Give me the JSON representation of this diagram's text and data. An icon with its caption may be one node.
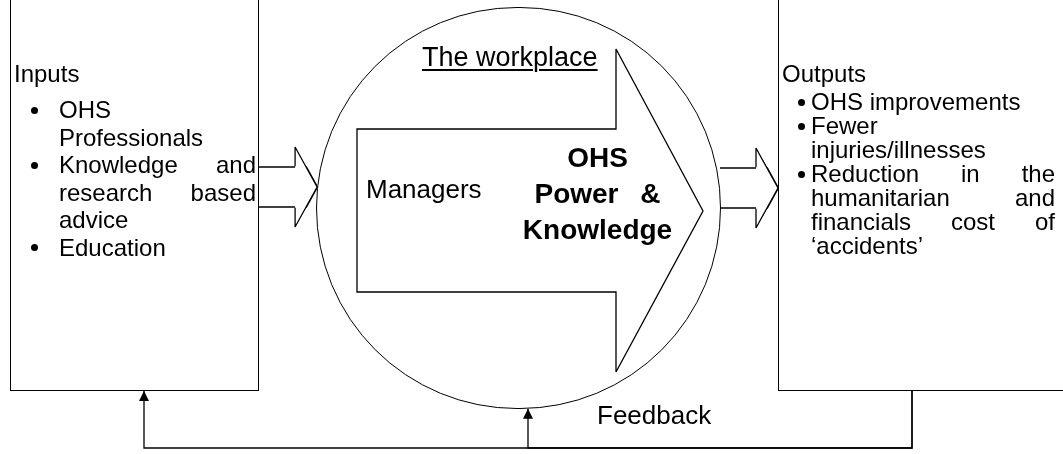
{
  "diagram": {
    "nodes": [
      {
        "text": [
          "Inputs",
          "OHS Professionals",
          "Knowledge and research based advice",
          "Education"
        ]
      },
      {
        "text": [
          "The workplace"
        ]
      },
      {
        "text": [
          "Managers",
          "OHS Power & Knowledge"
        ],
        "in": 1
      },
      {
        "text": [
          "Outputs",
          "OHS improvements",
          "Fewer injuries/illnesses",
          "Reduction in the humanitarian and financials cost of ‘accidents’"
        ]
      }
    ],
    "edges": [
      {
        "from": 0,
        "to": 1,
        "arrow": "to",
        "style": "thick"
      },
      {
        "from": 1,
        "to": 3,
        "arrow": "to",
        "style": "thick"
      },
      {
        "from": 3,
        "to": 0,
        "arrow": "to"
      },
      {
        "from": 3,
        "to": 1,
        "arrow": "to"
      }
    ],
    "labels": [
      "Feedback"
    ]
  }
}
